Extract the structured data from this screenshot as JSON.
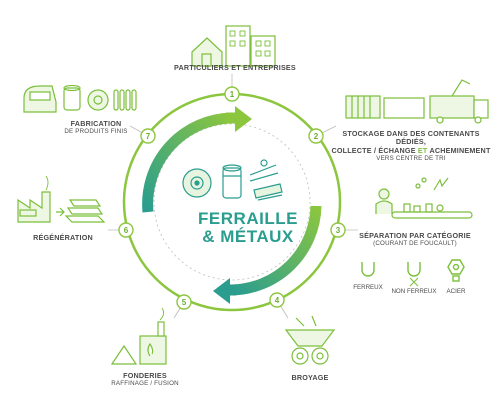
{
  "center": {
    "line1": "FERRAILLE",
    "line2": "& MÉTAUX"
  },
  "steps": [
    {
      "num": "1",
      "title": "PARTICULIERS ET ENTREPRISES",
      "subtitle": ""
    },
    {
      "num": "2",
      "title_a": "STOCKAGE DANS DES CONTENANTS DÉDIÉS,",
      "title_b1": "COLLECTE / ÉCHANGE",
      "title_b2": "ET",
      "title_b3": "ACHEMINEMENT",
      "subtitle": "VERS CENTRE DE TRI"
    },
    {
      "num": "3",
      "title": "SÉPARATION PAR CATÉGORIE",
      "subtitle": "(COURANT DE FOUCAULT)"
    },
    {
      "num": "4",
      "title": "BROYAGE",
      "subtitle": ""
    },
    {
      "num": "5",
      "title": "FONDERIES",
      "subtitle": "RAFFINAGE / FUSION"
    },
    {
      "num": "6",
      "title": "RÉGÉNÉRATION",
      "subtitle": ""
    },
    {
      "num": "7",
      "title": "FABRICATION",
      "subtitle": "DE PRODUITS FINIS"
    }
  ],
  "categories": [
    "FERREUX",
    "NON FERREUX",
    "ACIER"
  ],
  "colors": {
    "green": "#7bbf3a",
    "teal": "#2a9d8f",
    "text": "#4a4a4a"
  }
}
